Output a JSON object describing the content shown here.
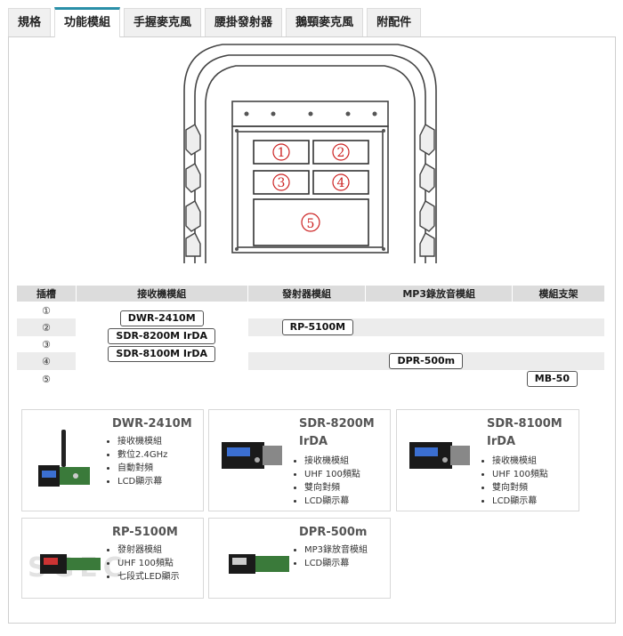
{
  "tabs": [
    {
      "label": "規格"
    },
    {
      "label": "功能模組"
    },
    {
      "label": "手握麥克風"
    },
    {
      "label": "腰掛發射器"
    },
    {
      "label": "鵝頸麥克風"
    },
    {
      "label": "附配件"
    }
  ],
  "diagram": {
    "slots": [
      "①",
      "②",
      "③",
      "④",
      "⑤"
    ]
  },
  "table": {
    "headers": [
      "插槽",
      "接收機模組",
      "發射器模組",
      "MP3錄放音模組",
      "模組支架"
    ],
    "slot_labels": [
      "①",
      "②",
      "③",
      "④",
      "⑤"
    ],
    "receiver_models": [
      "DWR-2410M",
      "SDR-8200M IrDA",
      "SDR-8100M IrDA"
    ],
    "transmitter_model": "RP-5100M",
    "mp3_model": "DPR-500m",
    "bracket_model": "MB-50"
  },
  "cards": [
    {
      "title": "DWR-2410M",
      "features": [
        "接收機模組",
        "數位2.4GHz",
        "自動對頻",
        "LCD顯示幕"
      ]
    },
    {
      "title": "SDR-8200M IrDA",
      "features": [
        "接收機模組",
        "UHF 100頻點",
        "雙向對頻",
        "LCD顯示幕"
      ]
    },
    {
      "title": "SDR-8100M IrDA",
      "features": [
        "接收機模組",
        "UHF 100頻點",
        "雙向對頻",
        "LCD顯示幕"
      ]
    },
    {
      "title": "RP-5100M",
      "features": [
        "發射器模組",
        "UHF 100頻點",
        "七段式LED顯示"
      ]
    },
    {
      "title": "DPR-500m",
      "features": [
        "MP3錄放音模組",
        "LCD顯示幕"
      ]
    }
  ],
  "watermark": "SGEC",
  "colors": {
    "active_tab_accent": "#2a8fa8",
    "slot_number_red": "#cc2222",
    "header_gray": "#dcdcdc"
  }
}
